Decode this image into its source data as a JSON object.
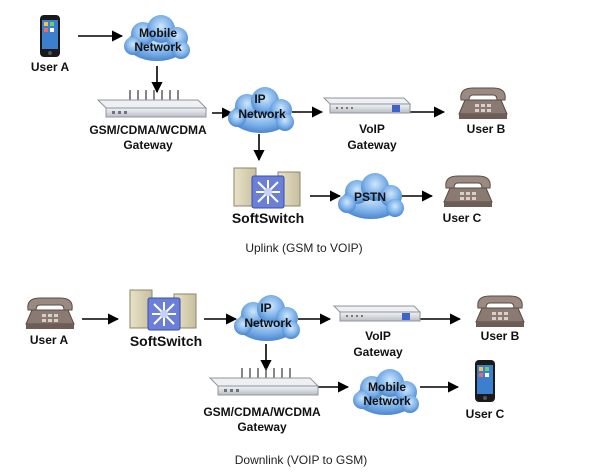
{
  "diagrams": {
    "uplink": {
      "caption": "Uplink (GSM to VOIP)",
      "labels": {
        "user_a": "User A",
        "mobile_network_1": "Mobile",
        "mobile_network_2": "Network",
        "gateway_gsm_1": "GSM/CDMA/WCDMA",
        "gateway_gsm_2": "Gateway",
        "ip_network_1": "IP",
        "ip_network_2": "Network",
        "voip_gateway_1": "VoIP",
        "voip_gateway_2": "Gateway",
        "user_b": "User B",
        "softswitch": "SoftSwitch",
        "pstn": "PSTN",
        "user_c": "User C"
      }
    },
    "downlink": {
      "caption": "Downlink (VOIP to GSM)",
      "labels": {
        "user_a": "User A",
        "softswitch": "SoftSwitch",
        "ip_network_1": "IP",
        "ip_network_2": "Network",
        "voip_gateway_1": "VoIP",
        "voip_gateway_2": "Gateway",
        "user_b": "User B",
        "gateway_gsm_1": "GSM/CDMA/WCDMA",
        "gateway_gsm_2": "Gateway",
        "mobile_network_1": "Mobile",
        "mobile_network_2": "Network",
        "user_c": "User C"
      }
    }
  },
  "colors": {
    "cloud": "#5f9fe0",
    "cloud_light": "#a9d0f5",
    "arrow": "#000000",
    "gateway_body": "#d9dde2",
    "switch_badge": "#6c7fd8",
    "phone_body": "#8a7a72"
  },
  "icons": {
    "mobile": "smartphone-icon",
    "desk_phone": "desk-phone-icon",
    "cloud": "network-cloud-icon",
    "gsm_gateway": "gsm-gateway-icon",
    "voip_gateway": "voip-gateway-icon",
    "softswitch": "softswitch-server-icon"
  }
}
